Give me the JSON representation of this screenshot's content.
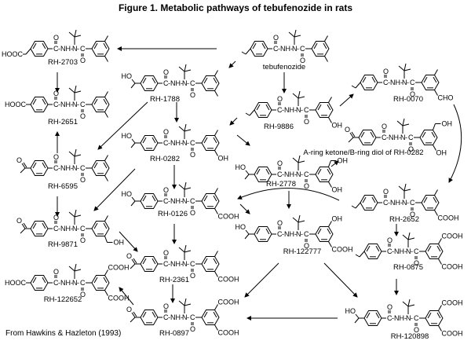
{
  "title": "Figure 1.  Metabolic pathways of tebufenozide in rats",
  "credit": "From Hawkins & Hazleton (1993)",
  "linker": {
    "c": "C",
    "nh": "-NH-",
    "n": "N",
    "sep": "-",
    "o": "O"
  },
  "compounds": [
    {
      "label": "RH-2703",
      "left": {
        "type": "carboxymethyl",
        "text": "HOOC"
      },
      "top": {
        "type": "methyl",
        "text": ""
      },
      "bottom": {
        "type": "methyl",
        "text": ""
      }
    },
    {
      "label": "tebufenozide",
      "left": {
        "type": "ethyl",
        "text": ""
      },
      "top": {
        "type": "methyl",
        "text": ""
      },
      "bottom": {
        "type": "methyl",
        "text": ""
      }
    },
    {
      "label": "RH-1788",
      "left": {
        "type": "hydroxyethyl",
        "text": "HO"
      },
      "top": {
        "type": "methyl",
        "text": ""
      },
      "bottom": {
        "type": "methyl",
        "text": ""
      }
    },
    {
      "label": "RH-2651",
      "left": {
        "type": "carboxy",
        "text": "HOOC"
      },
      "top": {
        "type": "methyl",
        "text": ""
      },
      "bottom": {
        "type": "methyl",
        "text": ""
      }
    },
    {
      "label": "RH-9886",
      "left": {
        "type": "ethyl",
        "text": ""
      },
      "top": {
        "type": "methyl",
        "text": ""
      },
      "bottom": {
        "type": "hydroxy",
        "text": "OH"
      }
    },
    {
      "label": "RH-0070",
      "left": {
        "type": "ethyl",
        "text": ""
      },
      "top": {
        "type": "methyl",
        "text": ""
      },
      "bottom": {
        "type": "aldehyde",
        "text": "CHO"
      }
    },
    {
      "label": "RH-0282",
      "left": {
        "type": "hydroxyethyl",
        "text": "HO"
      },
      "top": {
        "type": "methyl",
        "text": ""
      },
      "bottom": {
        "type": "hydroxy",
        "text": "OH"
      }
    },
    {
      "label": "A-ring ketone/B-ring diol of RH-0282",
      "left": {
        "type": "acetyl",
        "text": "O"
      },
      "top": {
        "type": "hydroxymethyl",
        "text": "OH"
      },
      "bottom": {
        "type": "hydroxy",
        "text": "OH"
      }
    },
    {
      "label": "RH-6595",
      "left": {
        "type": "acetyl",
        "text": "O"
      },
      "top": {
        "type": "methyl",
        "text": ""
      },
      "bottom": {
        "type": "methyl",
        "text": ""
      }
    },
    {
      "label": "RH-2778",
      "left": {
        "type": "hydroxyethyl",
        "text": "HO"
      },
      "top": {
        "type": "hydroxymethyl",
        "text": "OH"
      },
      "bottom": {
        "type": "hydroxy",
        "text": "OH"
      }
    },
    {
      "label": "RH-0126",
      "left": {
        "type": "hydroxyethyl",
        "text": "HO"
      },
      "top": {
        "type": "methyl",
        "text": ""
      },
      "bottom": {
        "type": "carboxy",
        "text": "COOH"
      }
    },
    {
      "label": "RH-2652",
      "left": {
        "type": "ethyl",
        "text": ""
      },
      "top": {
        "type": "methyl",
        "text": ""
      },
      "bottom": {
        "type": "carboxy",
        "text": "COOH"
      }
    },
    {
      "label": "RH-122777",
      "left": {
        "type": "hydroxyethyl",
        "text": "HO"
      },
      "top": {
        "type": "hydroxy",
        "text": "OH"
      },
      "bottom": {
        "type": "carboxy",
        "text": "COOH"
      }
    },
    {
      "label": "RH-9871",
      "left": {
        "type": "acetyl",
        "text": "O"
      },
      "top": {
        "type": "methyl",
        "text": ""
      },
      "bottom": {
        "type": "hydroxymethyl",
        "text": "OH"
      }
    },
    {
      "label": "RH-0875",
      "left": {
        "type": "ethyl",
        "text": ""
      },
      "top": {
        "type": "carboxy",
        "text": "COOH"
      },
      "bottom": {
        "type": "carboxy",
        "text": "COOH"
      }
    },
    {
      "label": "RH-2361",
      "left": {
        "type": "acetyl",
        "text": "O"
      },
      "top": {
        "type": "methyl",
        "text": ""
      },
      "bottom": {
        "type": "carboxy",
        "text": "COOH"
      }
    },
    {
      "label": "RH-122652",
      "left": {
        "type": "carboxy",
        "text": "HOOC"
      },
      "top": {
        "type": "carboxy",
        "text": "COOH"
      },
      "bottom": {
        "type": "carboxy",
        "text": "COOH"
      }
    },
    {
      "label": "RH-0897",
      "left": {
        "type": "acetyl",
        "text": "O"
      },
      "top": {
        "type": "carboxy",
        "text": "COOH"
      },
      "bottom": {
        "type": "carboxy",
        "text": "COOH"
      }
    },
    {
      "label": "RH-120898",
      "left": {
        "type": "hydroxyethyl",
        "text": "HO"
      },
      "top": {
        "type": "carboxy",
        "text": "COOH"
      },
      "bottom": {
        "type": "carboxy",
        "text": "COOH"
      }
    }
  ],
  "pathways": [
    [
      "tebufenozide",
      "RH-2703"
    ],
    [
      "tebufenozide",
      "RH-1788"
    ],
    [
      "tebufenozide",
      "RH-9886"
    ],
    [
      "RH-9886",
      "RH-0070"
    ],
    [
      "RH-9886",
      "RH-0282"
    ],
    [
      "RH-9886",
      "RH-2778"
    ],
    [
      "RH-1788",
      "RH-0282"
    ],
    [
      "RH-1788",
      "RH-6595"
    ],
    [
      "RH-2703",
      "RH-2651"
    ],
    [
      "RH-6595",
      "RH-2651"
    ],
    [
      "RH-6595",
      "RH-9871"
    ],
    [
      "RH-0282",
      "RH-0126"
    ],
    [
      "RH-0282",
      "RH-9871"
    ],
    [
      "RH-0126",
      "RH-2361"
    ],
    [
      "RH-9871",
      "RH-2361"
    ],
    [
      "RH-2361",
      "RH-0897"
    ],
    [
      "RH-0897",
      "RH-122652"
    ],
    [
      "RH-2778",
      "RH-122777"
    ],
    [
      "RH-2778",
      "RH-0126"
    ],
    [
      "RH-2778",
      "A-ring ketone/B-ring diol of RH-0282"
    ],
    [
      "RH-0070",
      "RH-2652"
    ],
    [
      "RH-2652",
      "RH-0875"
    ],
    [
      "RH-0875",
      "RH-120898"
    ],
    [
      "RH-122777",
      "RH-0897"
    ],
    [
      "RH-122777",
      "RH-120898"
    ],
    [
      "RH-120898",
      "RH-0897"
    ]
  ]
}
